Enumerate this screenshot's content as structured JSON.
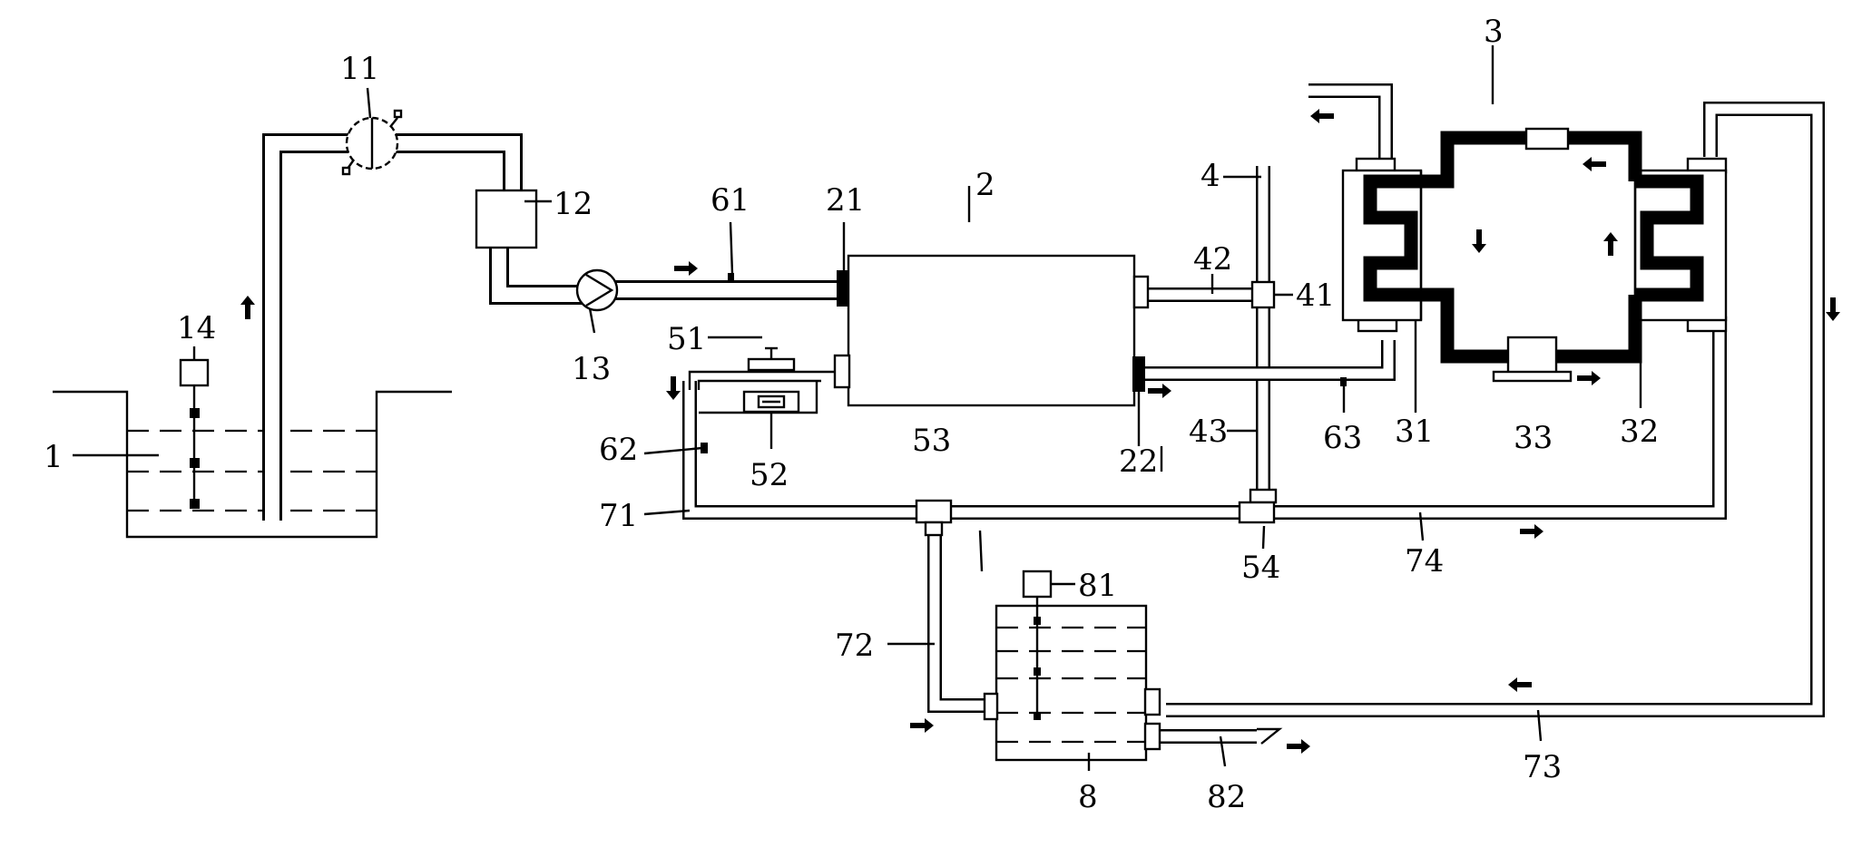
{
  "diagram": {
    "labels": {
      "n1": "1",
      "n11": "11",
      "n12": "12",
      "n13": "13",
      "n14": "14",
      "n2": "2",
      "n21": "21",
      "n22": "22",
      "n3": "3",
      "n31": "31",
      "n32": "32",
      "n33": "33",
      "n4": "4",
      "n41": "41",
      "n42": "42",
      "n43": "43",
      "n51": "51",
      "n52": "52",
      "n53": "53",
      "n54": "54",
      "n61": "61",
      "n62": "62",
      "n63": "63",
      "n71": "71",
      "n72": "72",
      "n73": "73",
      "n74": "74",
      "n8": "8",
      "n81": "81",
      "n82": "82"
    },
    "flow_arrow_icon": "solid-arrow-icon"
  }
}
